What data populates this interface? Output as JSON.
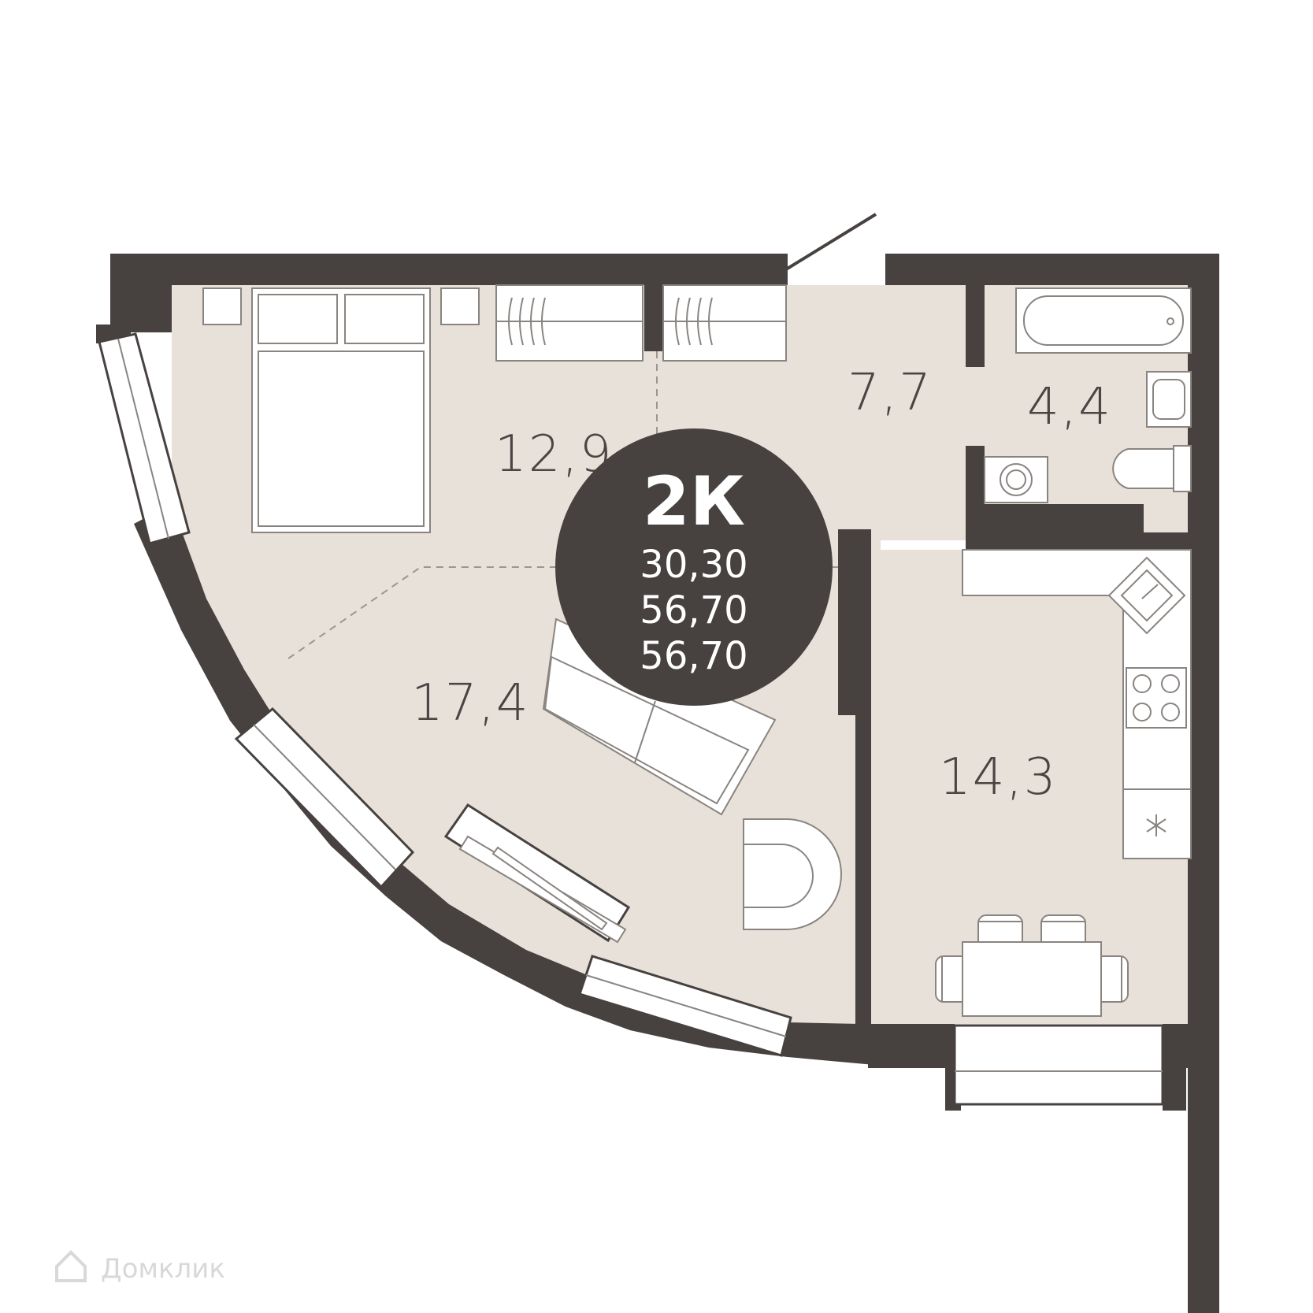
{
  "colors": {
    "wall": "#474240",
    "floor": "#e7e1da",
    "badge": "#474240",
    "label": "#4a4542"
  },
  "badge": {
    "type": "2К",
    "area_living": "30,30",
    "area_total": "56,70",
    "area_total_2": "56,70"
  },
  "rooms": {
    "bedroom": "12,9",
    "hallway": "7,7",
    "bathroom": "4,4",
    "living": "17,4",
    "kitchen": "14,3"
  },
  "watermark": {
    "text": "Домклик",
    "icon": "house-logo-icon"
  }
}
